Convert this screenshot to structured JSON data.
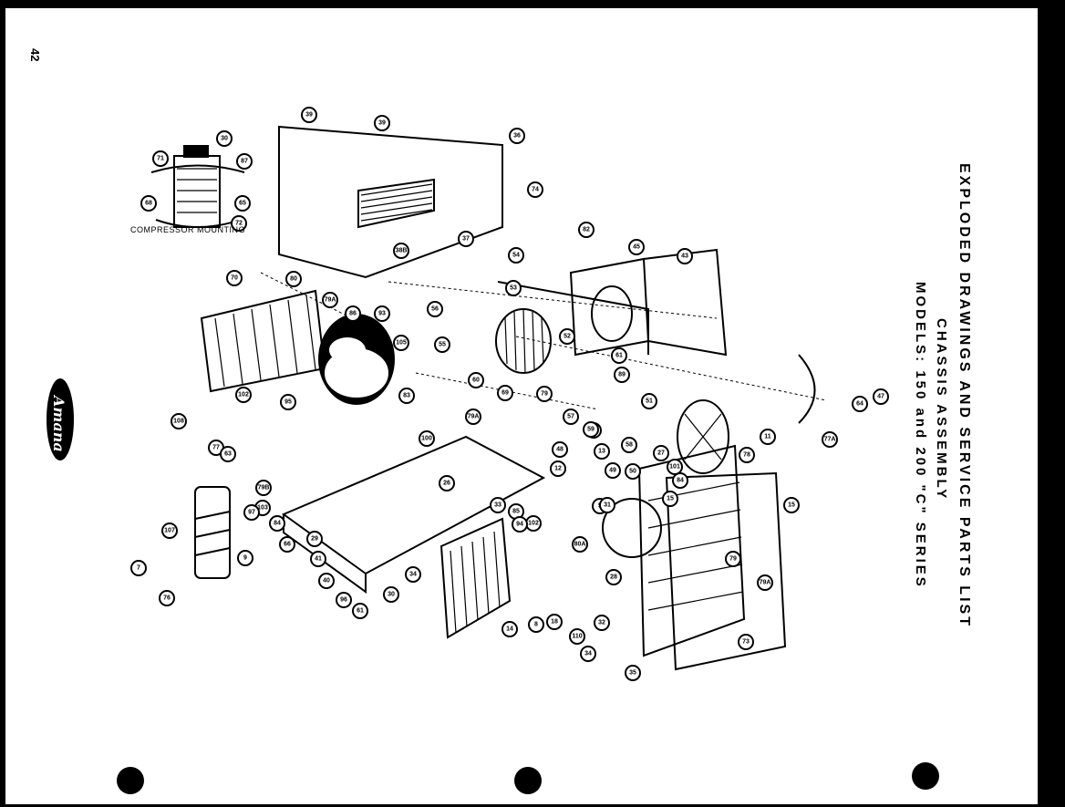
{
  "page": {
    "page_number": "42",
    "brand": "Amana",
    "title_line1": "EXPLODED DRAWINGS AND SERVICE PARTS LIST",
    "title_line2": "CHASSIS ASSEMBLY",
    "title_line3": "MODELS: 150 and 200 \"C\" SERIES",
    "inset_label": "COMPRESSOR MOUNTING"
  },
  "callouts": [
    "30",
    "71",
    "87",
    "68",
    "65",
    "72",
    "39",
    "39",
    "36",
    "74",
    "82",
    "37",
    "54",
    "45",
    "43",
    "70",
    "80",
    "79A",
    "38B",
    "56",
    "53",
    "86",
    "93",
    "52",
    "61",
    "105",
    "55",
    "108",
    "102",
    "95",
    "83",
    "79A",
    "60",
    "69",
    "89",
    "51",
    "79",
    "57",
    "64",
    "47",
    "77A",
    "77",
    "63",
    "100",
    "48",
    "46",
    "58",
    "101",
    "11",
    "12",
    "13",
    "49",
    "50",
    "27",
    "59",
    "78",
    "84",
    "79B",
    "29",
    "26",
    "15",
    "15",
    "33",
    "66",
    "5",
    "80A",
    "85",
    "102",
    "103",
    "84",
    "97",
    "40",
    "41",
    "96",
    "61",
    "30",
    "34",
    "94",
    "31",
    "35",
    "28",
    "79A",
    "79",
    "73",
    "107",
    "7",
    "76",
    "9",
    "14",
    "8",
    "18",
    "110",
    "34",
    "32"
  ]
}
